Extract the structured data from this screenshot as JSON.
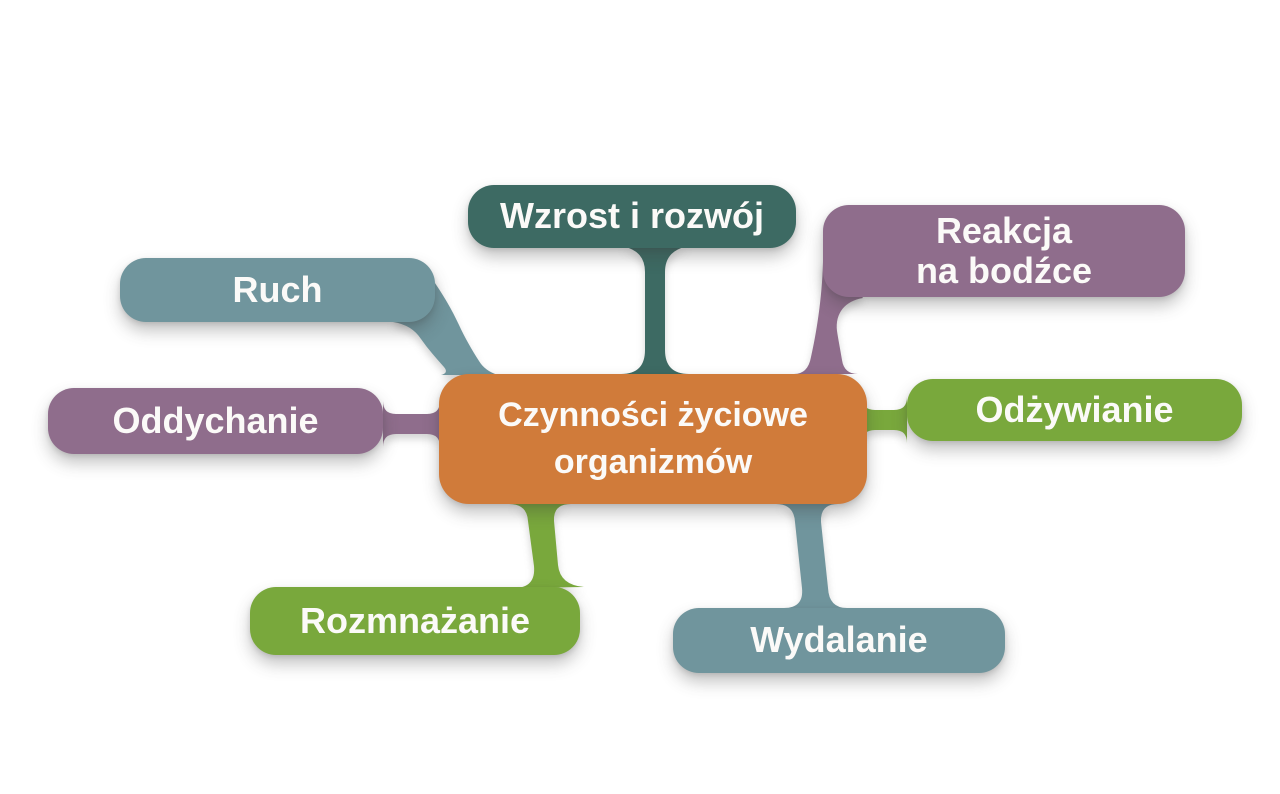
{
  "page": {
    "background": "#ffffff"
  },
  "diagram": {
    "type": "mindmap",
    "language": "pl",
    "center": {
      "label": "Czynności życiowe organizmów",
      "lines": [
        "Czynności życiowe",
        "organizmów"
      ],
      "color": "#D07B3A",
      "text_color": "#FBFAF8"
    },
    "nodes": [
      {
        "label": "Wzrost i rozwój",
        "lines": [
          "Wzrost i rozwój"
        ],
        "position": "top",
        "color": "#3D6A63"
      },
      {
        "label": "Reakcja na bodźce",
        "lines": [
          "Reakcja",
          "na bodźce"
        ],
        "position": "top-right",
        "color": "#8F6D8C"
      },
      {
        "label": "Ruch",
        "lines": [
          "Ruch"
        ],
        "position": "top-left",
        "color": "#70959D"
      },
      {
        "label": "Oddychanie",
        "lines": [
          "Oddychanie"
        ],
        "position": "left",
        "color": "#8F6D8C"
      },
      {
        "label": "Odżywianie",
        "lines": [
          "Odżywianie"
        ],
        "position": "right",
        "color": "#79A83C"
      },
      {
        "label": "Rozmnażanie",
        "lines": [
          "Rozmnażanie"
        ],
        "position": "bottom-left",
        "color": "#79A83C"
      },
      {
        "label": "Wydalanie",
        "lines": [
          "Wydalanie"
        ],
        "position": "bottom",
        "color": "#70959D"
      }
    ]
  }
}
